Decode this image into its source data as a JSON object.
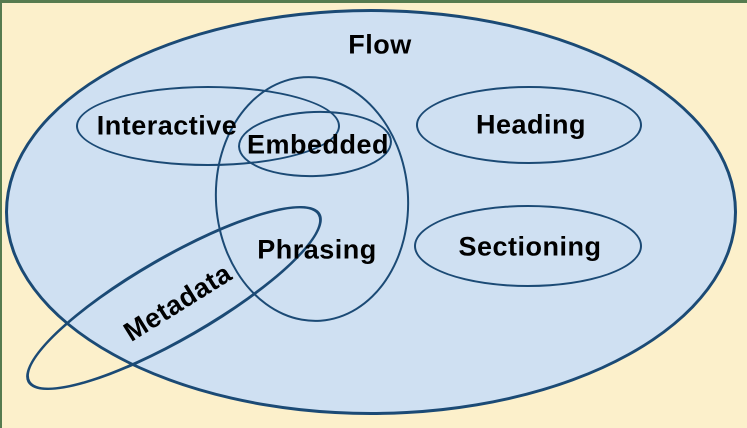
{
  "diagram": {
    "type": "euler-venn",
    "description": "HTML content categories diagram",
    "labels": {
      "flow": "Flow",
      "interactive": "Interactive",
      "embedded": "Embedded",
      "phrasing": "Phrasing",
      "heading": "Heading",
      "sectioning": "Sectioning",
      "metadata": "Metadata"
    },
    "relationships": [
      "Flow contains Interactive, Embedded, Phrasing, Heading, Sectioning and most of Metadata",
      "Phrasing overlaps Interactive, Embedded and Metadata",
      "Embedded overlaps Interactive and Phrasing",
      "Metadata extends partially outside Flow"
    ]
  },
  "colors": {
    "background": "#FCF0CB",
    "frame_border": "#567B4F",
    "ellipse_fill": "#CFE0F2",
    "ellipse_stroke": "#1B4A75",
    "label_text": "#000000"
  }
}
